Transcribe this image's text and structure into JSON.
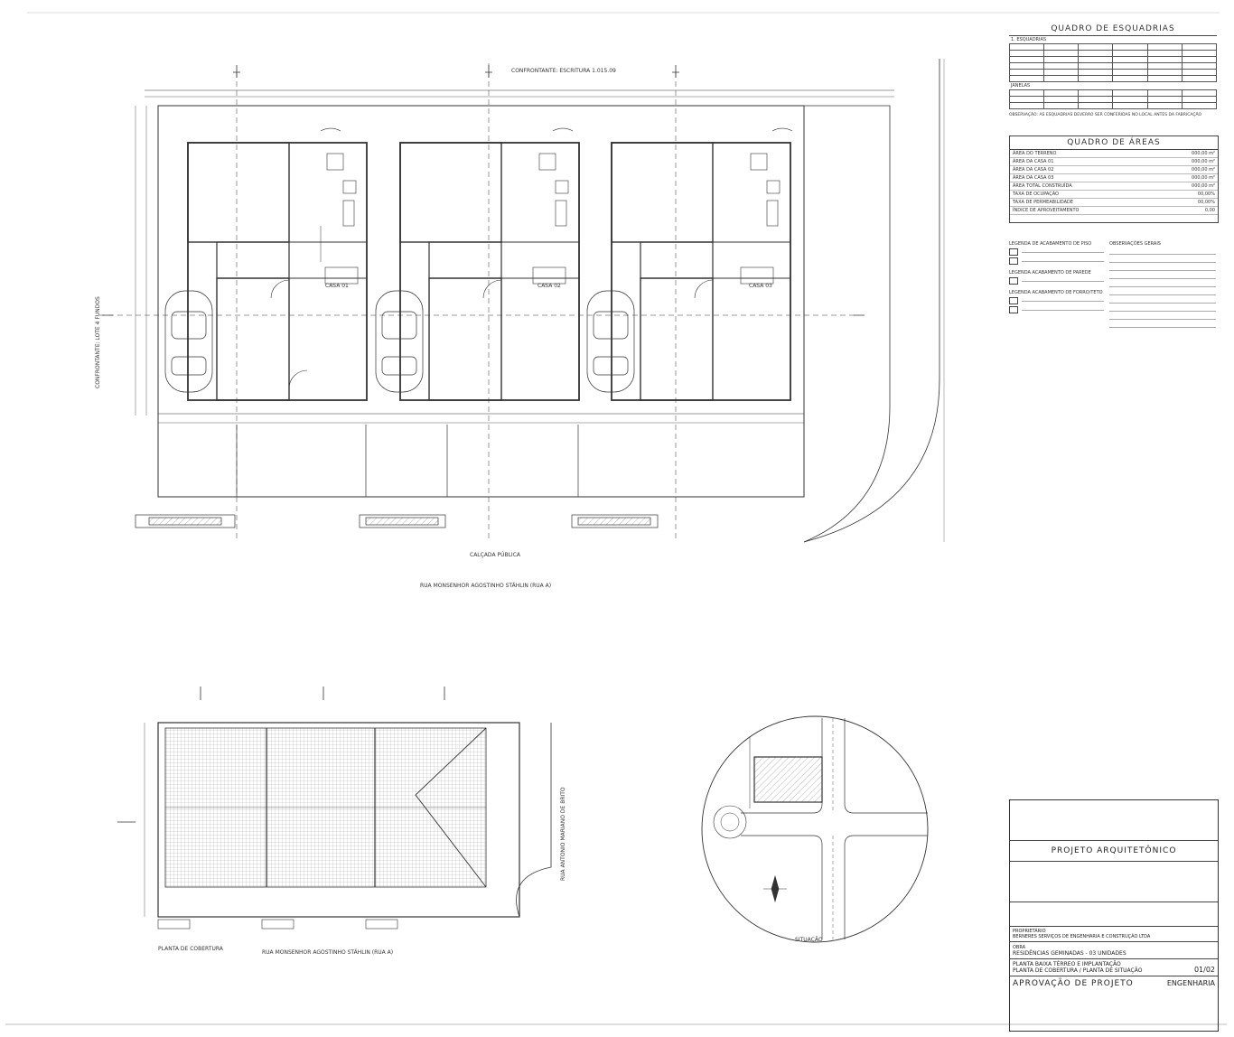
{
  "sheet": {
    "plan_labels": {
      "house_1": "CASA 01",
      "house_2": "CASA 02",
      "house_3": "CASA 03",
      "roof_plan_title": "PLANTA DE COBERTURA",
      "situation_title": "SITUAÇÃO",
      "street_bottom": "RUA MONSENHOR AGOSTINHO STÄHLIN (RUA A)",
      "street_bottom_2": "RUA MONSENHOR AGOSTINHO STÄHLIN (RUA A)",
      "street_side": "RUA ANTONIO MARIANO DE BRITO",
      "boundary_top": "CONFRONTANTE: ESCRITURA 1.015.09",
      "boundary_left": "CONFRONTANTE: LOTE 4 FUNDOS",
      "sidewalk": "CALÇADA PÚBLICA"
    },
    "quadro_esquadrias": {
      "title": "QUADRO DE ESQUADRIAS",
      "section_portas": "1. ESQUADRIAS",
      "section_janelas": "JANELAS",
      "note": "OBSERVAÇÃO: AS ESQUADRIAS DEVERÃO SER CONFERIDAS NO LOCAL ANTES DA FABRICAÇÃO"
    },
    "quadro_areas": {
      "title": "QUADRO DE ÁREAS",
      "rows": [
        {
          "label": "ÁREA DO TERRENO",
          "value": "000,00 m²"
        },
        {
          "label": "ÁREA DA CASA 01",
          "value": "000,00 m²"
        },
        {
          "label": "ÁREA DA CASA 02",
          "value": "000,00 m²"
        },
        {
          "label": "ÁREA DA CASA 03",
          "value": "000,00 m²"
        },
        {
          "label": "ÁREA TOTAL CONSTRUÍDA",
          "value": "000,00 m²"
        },
        {
          "label": "TAXA DE OCUPAÇÃO",
          "value": "00,00%"
        },
        {
          "label": "TAXA DE PERMEABILIDADE",
          "value": "00,00%"
        },
        {
          "label": "ÍNDICE DE APROVEITAMENTO",
          "value": "0,00"
        }
      ]
    },
    "legend": {
      "title_1": "LEGENDA DE ACABAMENTO DE PISO",
      "title_2": "LEGENDA ACABAMENTO DE PAREDE",
      "title_3": "LEGENDA ACABAMENTO DE FORRO/TETO",
      "notes_title": "OBSERVAÇÕES GERAIS"
    },
    "title_block": {
      "project_title": "PROJETO ARQUITETÔNICO",
      "owner_label": "PROPRIETÁRIO",
      "owner": "BERNERES SERVIÇOS DE ENGENHARIA E CONSTRUÇÃO LTDA",
      "work_label": "OBRA",
      "work": "RESIDÊNCIAS GEMINADAS - 03 UNIDADES",
      "content_1": "PLANTA BAIXA TÉRREO E IMPLANTAÇÃO",
      "content_2": "PLANTA DE COBERTURA / PLANTA DE SITUAÇÃO",
      "approval": "APROVAÇÃO DE PROJETO",
      "sheet_number": "01/02",
      "discipline": "ENGENHARIA"
    }
  }
}
